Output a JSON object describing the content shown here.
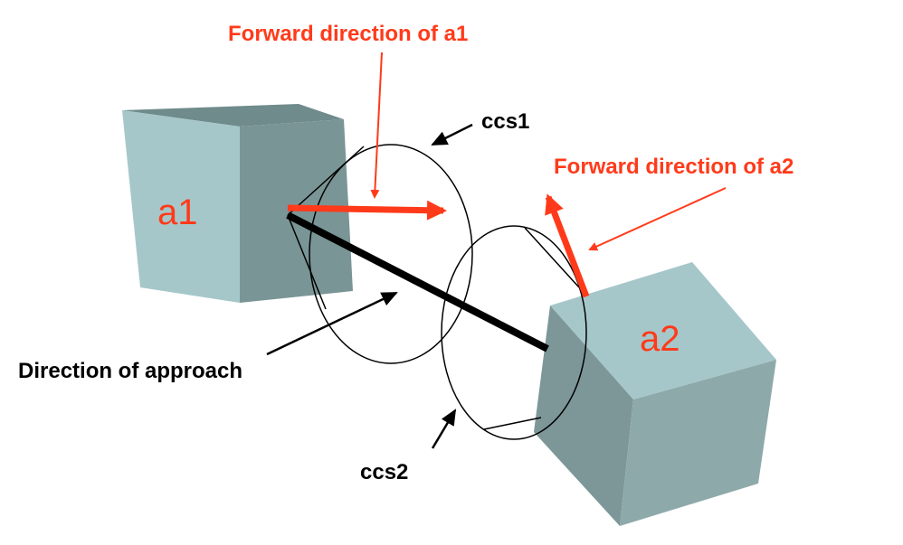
{
  "diagram": {
    "labels": {
      "forward_a1": "Forward direction of a1",
      "forward_a2": "Forward direction of a2",
      "ccs1": "ccs1",
      "ccs2": "ccs2",
      "direction_of_approach": "Direction of approach"
    },
    "agents": {
      "a1": "a1",
      "a2": "a2"
    },
    "colors": {
      "accent": "#ff3a1a",
      "cube_front": "#a6c7c9",
      "cube_top": "#6f8b8c",
      "cube_side": "#7a9596",
      "line": "#000000"
    }
  }
}
